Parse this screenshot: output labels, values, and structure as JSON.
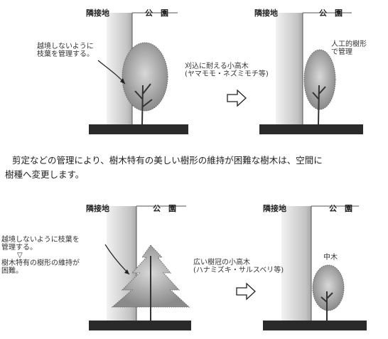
{
  "top_panel": {
    "left": {
      "neighbor_label": "隣接地",
      "park_label": "公　園",
      "note_lines": [
        "越境しないように",
        "枝葉を管理する。"
      ]
    },
    "right": {
      "neighbor_label": "隣接地",
      "park_label": "公　園",
      "note_lines": [
        "人工的樹形",
        "で管理"
      ]
    },
    "middle_lines": [
      "刈込に耐える小高木",
      "(ヤマモモ・ネズミモチ等)"
    ]
  },
  "paragraph_lines": [
    "剪定などの管理により、樹木特有の美しい樹形の維持が困難な樹木は、空間に",
    "樹種へ変更します。"
  ],
  "bottom_panel": {
    "left": {
      "neighbor_label": "隣接地",
      "park_label": "公　園",
      "note_lines": [
        "越境しないように枝葉を",
        "管理する。",
        "▽",
        "樹木特有の樹形の維持が",
        "困難。"
      ]
    },
    "right": {
      "neighbor_label": "隣接地",
      "park_label": "公　園",
      "note_lines": [
        "中木"
      ]
    },
    "middle_lines": [
      "広い樹冠の小高木",
      "(ハナミズキ・サルスベリ等)"
    ]
  },
  "icons": {
    "transition_arrow": "hollow-right-arrow"
  },
  "colors": {
    "ground": "#2a2a2a",
    "wall": "#c9c9c9",
    "foliage": "#9a9a9a",
    "trunk": "#333333"
  }
}
